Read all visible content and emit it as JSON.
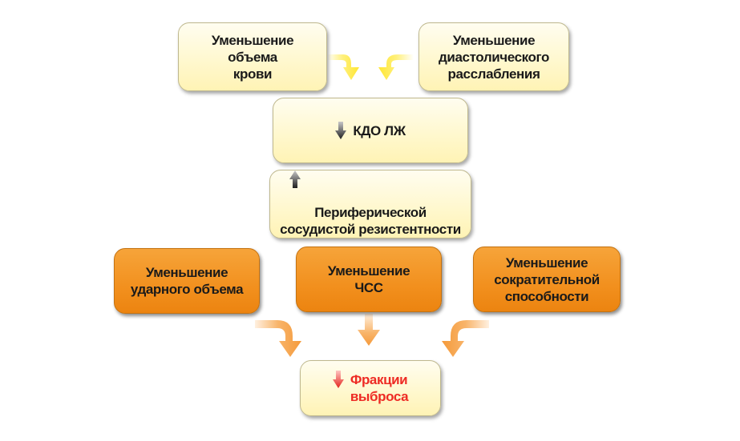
{
  "boxes": {
    "blood_volume": "Уменьшение\nобъема\nкрови",
    "diastolic_relaxation": "Уменьшение\nдиастолического\nрасслабления",
    "lv_edv": "КДО ЛЖ",
    "peripheral_resistance": "Периферической\nсосудистой резистентности",
    "stroke_volume": "Уменьшение\nударного объема",
    "heart_rate": "Уменьшение\nЧСС",
    "contractility": "Уменьшение\nсократительной\nспособности",
    "ejection_fraction": "Фракции\nвыброса"
  },
  "indicators": {
    "lv_edv": "down-arrow-icon",
    "peripheral_resistance": "up-arrow-icon",
    "ejection_fraction": "down-arrow-icon"
  },
  "colors": {
    "yellow_box": "#fff6c4",
    "orange_box": "#f2901e",
    "yellow_arrow": "#ffe94d",
    "orange_arrow": "#f5a650",
    "highlight_text": "#ee2b24"
  }
}
